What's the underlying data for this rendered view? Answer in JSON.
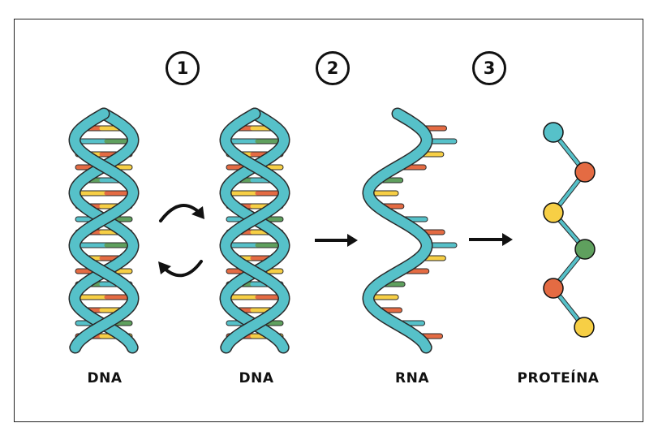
{
  "steps": [
    "1",
    "2",
    "3"
  ],
  "labels": {
    "dna1": "DNA",
    "dna2": "DNA",
    "rna": "RNA",
    "protein": "PROTEÍNA"
  },
  "colors": {
    "strand": "#56c1c9",
    "outline": "#2a2a2a",
    "orange": "#e46b43",
    "yellow": "#f7cf45",
    "green": "#5fa05e",
    "teal": "#56c1c9"
  },
  "protein_beads": [
    "teal",
    "orange",
    "yellow",
    "green",
    "orange",
    "yellow"
  ]
}
